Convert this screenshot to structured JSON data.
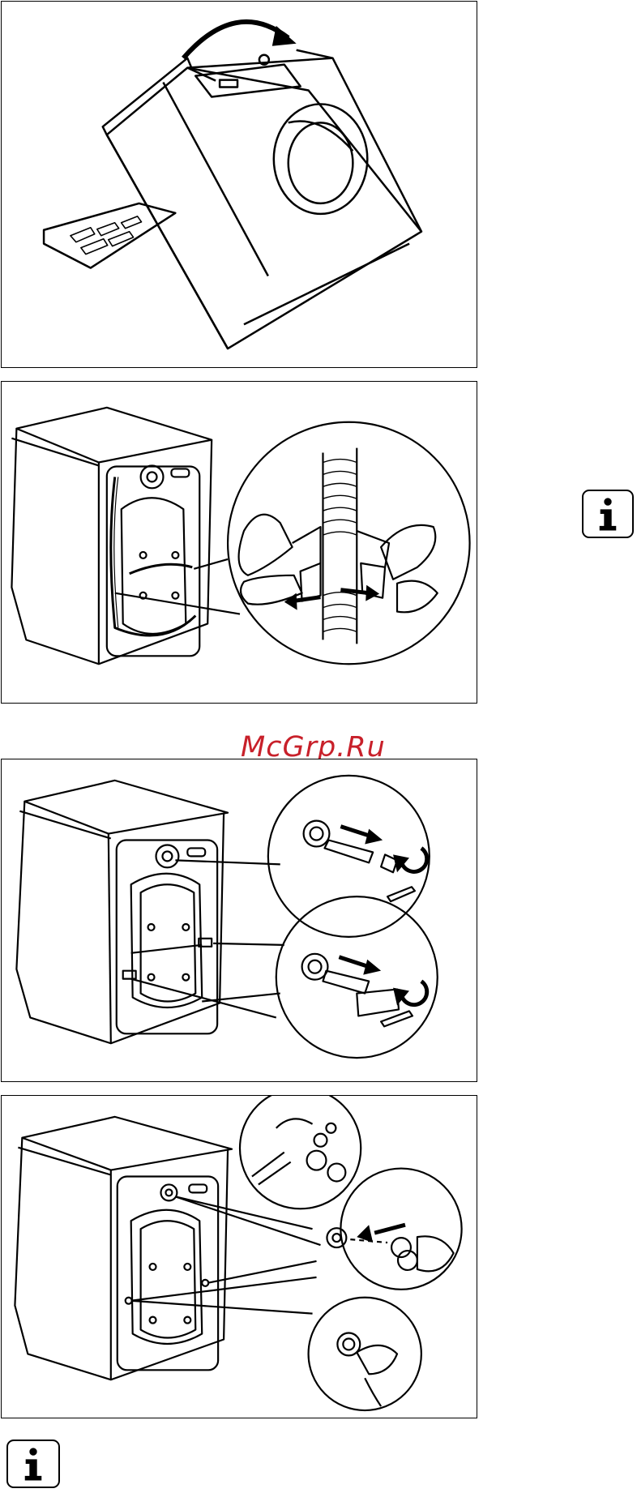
{
  "watermark": {
    "text": "McGrp.Ru"
  },
  "figures": [
    {
      "id": "tilt-machine",
      "description_icon": "washing-machine-tilt-illustration"
    },
    {
      "id": "remove-hose-clip",
      "description_icon": "hose-clip-removal-illustration"
    },
    {
      "id": "remove-transit-bolts",
      "description_icon": "transit-bolt-removal-illustration"
    },
    {
      "id": "insert-caps",
      "description_icon": "plastic-cap-insertion-illustration"
    }
  ],
  "icons": {
    "info_side": "info-icon",
    "info_bottom": "info-icon"
  },
  "colors": {
    "watermark": "#c8202a",
    "line": "#000000"
  }
}
